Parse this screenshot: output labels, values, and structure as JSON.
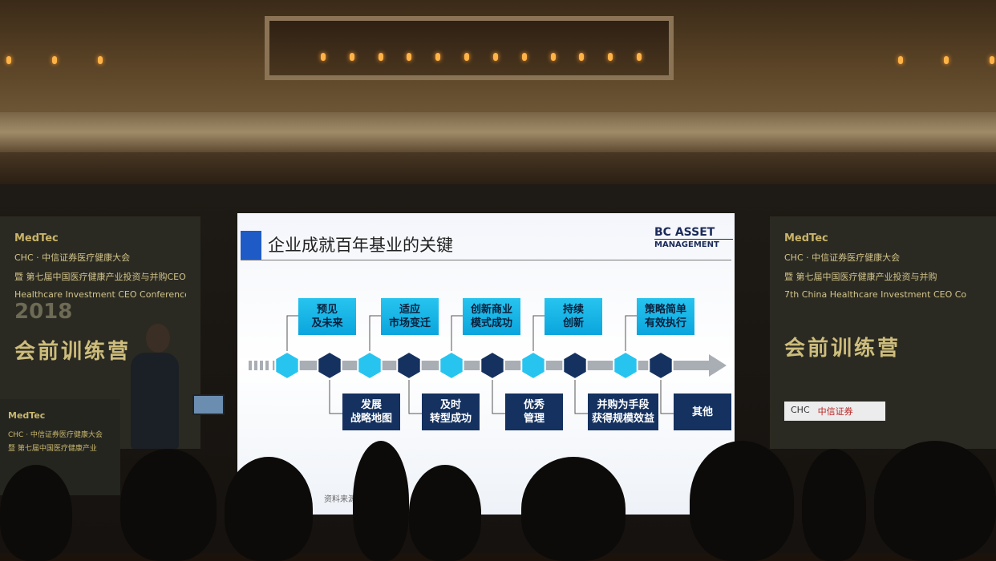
{
  "venue": {
    "left_banner": {
      "logo": "MedTec",
      "line1": "CHC · 中信证券医疗健康大会",
      "line2": "暨 第七届中国医疗健康产业投资与并购CEO峰会",
      "line3": "Healthcare Investment CEO Conference",
      "year": "2018",
      "headline": "会前训练营"
    },
    "right_banner": {
      "logo": "MedTec",
      "line1": "CHC · 中信证券医疗健康大会",
      "line2": "暨 第七届中国医疗健康产业投资与并购",
      "line3": "7th China Healthcare Investment CEO Co",
      "headline": "会前训练营",
      "sponsor1": "CHC",
      "sponsor2": "中信证券"
    },
    "podium": {
      "logo": "MedTec",
      "line1": "CHC · 中信证券医疗健康大会",
      "line2": "暨 第七届中国医疗健康产业"
    }
  },
  "slide": {
    "title": "企业成就百年基业的关键",
    "brand_top": "BC ASSET",
    "brand_bottom": "MANAGEMENT",
    "credit": "资料来源：… 整理",
    "colors": {
      "accent": "#1e5bc6",
      "light_hex": "#27c4ef",
      "dark_hex": "#14315f",
      "arrow": "#a9aeb5"
    },
    "upper_boxes": [
      {
        "label": "预见\n及未来"
      },
      {
        "label": "适应\n市场变迁"
      },
      {
        "label": "创新商业\n模式成功"
      },
      {
        "label": "持续\n创新"
      },
      {
        "label": "策略简单\n有效执行"
      }
    ],
    "lower_boxes": [
      {
        "label": "发展\n战略地图"
      },
      {
        "label": "及时\n转型成功"
      },
      {
        "label": "优秀\n管理"
      },
      {
        "label": "并购为手段\n获得规模效益"
      },
      {
        "label": "其他"
      }
    ]
  }
}
